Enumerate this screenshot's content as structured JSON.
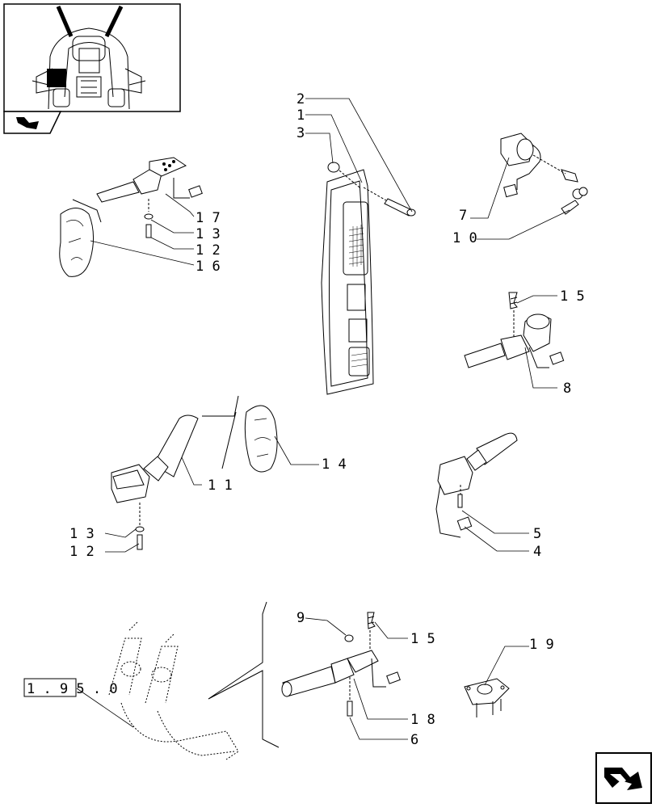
{
  "callouts": {
    "c1": "1",
    "c2": "2",
    "c3": "3",
    "c4": "4",
    "c5": "5",
    "c6": "6",
    "c7": "7",
    "c8": "8",
    "c9": "9",
    "c10": "1 0",
    "c11": "1 1",
    "c12a": "1 2",
    "c12b": "1 2",
    "c13a": "1 3",
    "c13b": "1 3",
    "c14": "1 4",
    "c15a": "1 5",
    "c15b": "1 5",
    "c16": "1 6",
    "c17": "1 7",
    "c18": "1 8",
    "c19": "1 9"
  },
  "reference_box": {
    "label": "1 . 9 5 . 0"
  },
  "colors": {
    "line": "#000000",
    "paper": "#ffffff",
    "shade": "#e6e6e6"
  },
  "icons": {
    "thumbnail": "tractor-cab-thumbnail",
    "nav_small": "nav-arrow-icon",
    "nav_large": "next-page-arrow-icon"
  }
}
